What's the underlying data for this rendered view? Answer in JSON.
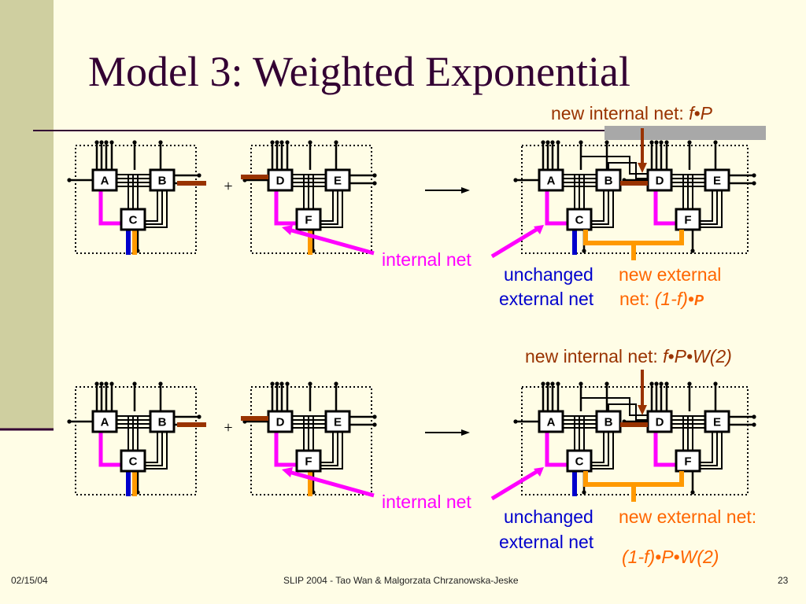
{
  "slide": {
    "title": "Model 3: Weighted Exponential",
    "colors": {
      "background": "#FFFDE6",
      "band": "#CFCFA0",
      "title": "#330033",
      "internal_net": "#FF00FF",
      "external_net": "#0000CC",
      "new_net": "#FF9900",
      "brown_net": "#993300",
      "rule": "#330033"
    }
  },
  "diagram": {
    "blocks_left": [
      "A",
      "B",
      "C"
    ],
    "blocks_right": [
      "D",
      "E",
      "F"
    ],
    "plus": "+",
    "top_panel": {
      "new_internal_prefix": "new internal net: ",
      "new_internal_formula": "f•P",
      "internal_net": "internal net",
      "unchanged_line1": "unchanged",
      "unchanged_line2": "external net",
      "new_external_line1": "new external",
      "new_external_line2_prefix": "net: ",
      "new_external_formula": "(1-f)•",
      "new_external_formula_end": "P"
    },
    "bottom_panel": {
      "new_internal_prefix": "new internal net: ",
      "new_internal_formula": "f•P•W(2)",
      "internal_net": "internal net",
      "unchanged_line1": "unchanged",
      "unchanged_line2": "external net",
      "new_external_line1": "new external net:",
      "new_external_formula": "(1-f)•P•W(2)"
    }
  },
  "footer": {
    "date": "02/15/04",
    "center": "SLIP 2004  - Tao Wan & Malgorzata Chrzanowska-Jeske",
    "page": "23"
  }
}
